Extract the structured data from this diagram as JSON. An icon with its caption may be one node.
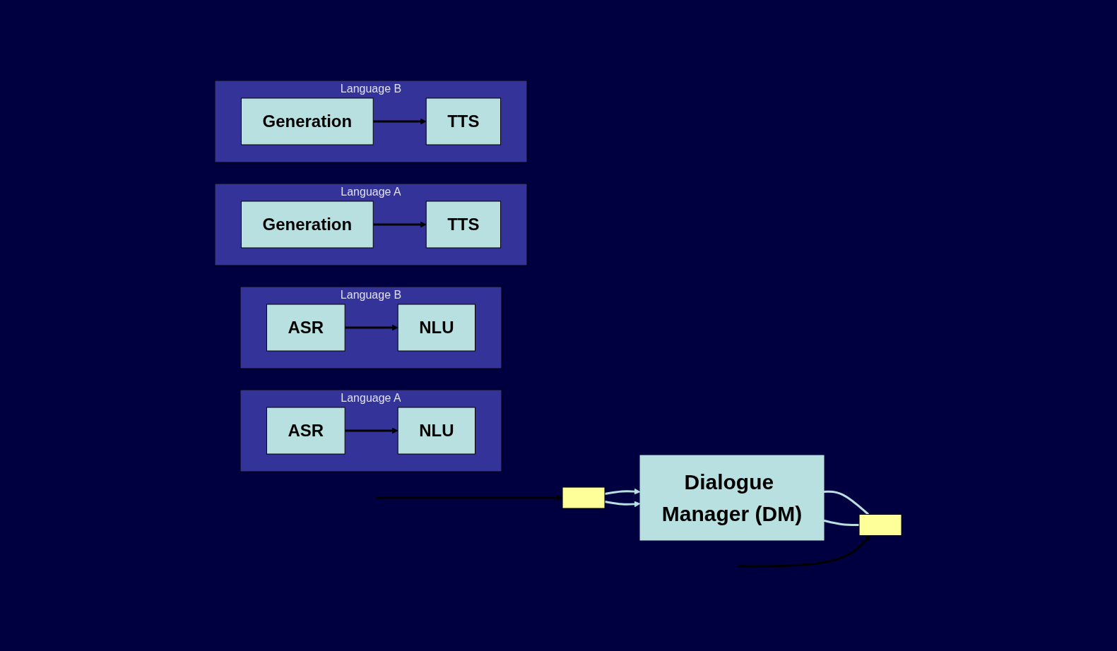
{
  "diagram": {
    "nodes": [
      {
        "text": [
          "Language A"
        ]
      },
      {
        "text": [
          "ASR"
        ],
        "in": 0
      },
      {
        "text": [
          "NLU"
        ],
        "in": 0
      },
      {
        "text": [
          "Language B"
        ]
      },
      {
        "text": [
          "ASR"
        ],
        "in": 3
      },
      {
        "text": [
          "NLU"
        ],
        "in": 3
      },
      {
        "text": [],
        "shape": "box"
      },
      {
        "text": [
          "Language A"
        ]
      },
      {
        "text": [
          "TTS"
        ],
        "in": 7
      },
      {
        "text": [
          "Generation"
        ],
        "in": 7
      },
      {
        "text": [
          "Language B"
        ]
      },
      {
        "text": [
          "TTS"
        ],
        "in": 10
      },
      {
        "text": [
          "Generation"
        ],
        "in": 10
      },
      {
        "text": [],
        "shape": "box"
      },
      {
        "text": [
          "Dialogue Manager (DM)"
        ]
      }
    ],
    "edges": [
      {
        "from": 1,
        "to": 2,
        "arrow": "to"
      },
      {
        "from": 4,
        "to": 5,
        "arrow": "to"
      },
      {
        "from": null,
        "to": 6,
        "arrow": "to"
      },
      {
        "from": 6,
        "to": 14,
        "arrow": "to",
        "color": "#b8e0e0"
      },
      {
        "from": 6,
        "to": 14,
        "arrow": "to",
        "color": "#b8e0e0"
      },
      {
        "from": 9,
        "to": 8,
        "arrow": "to"
      },
      {
        "from": 12,
        "to": 11,
        "arrow": "to"
      },
      {
        "from": 14,
        "to": 13,
        "arrow": "none",
        "color": "#b8e0e0"
      },
      {
        "from": 14,
        "to": 13,
        "arrow": "none",
        "color": "#b8e0e0"
      },
      {
        "from": null,
        "to": 13,
        "arrow": "to"
      }
    ]
  }
}
